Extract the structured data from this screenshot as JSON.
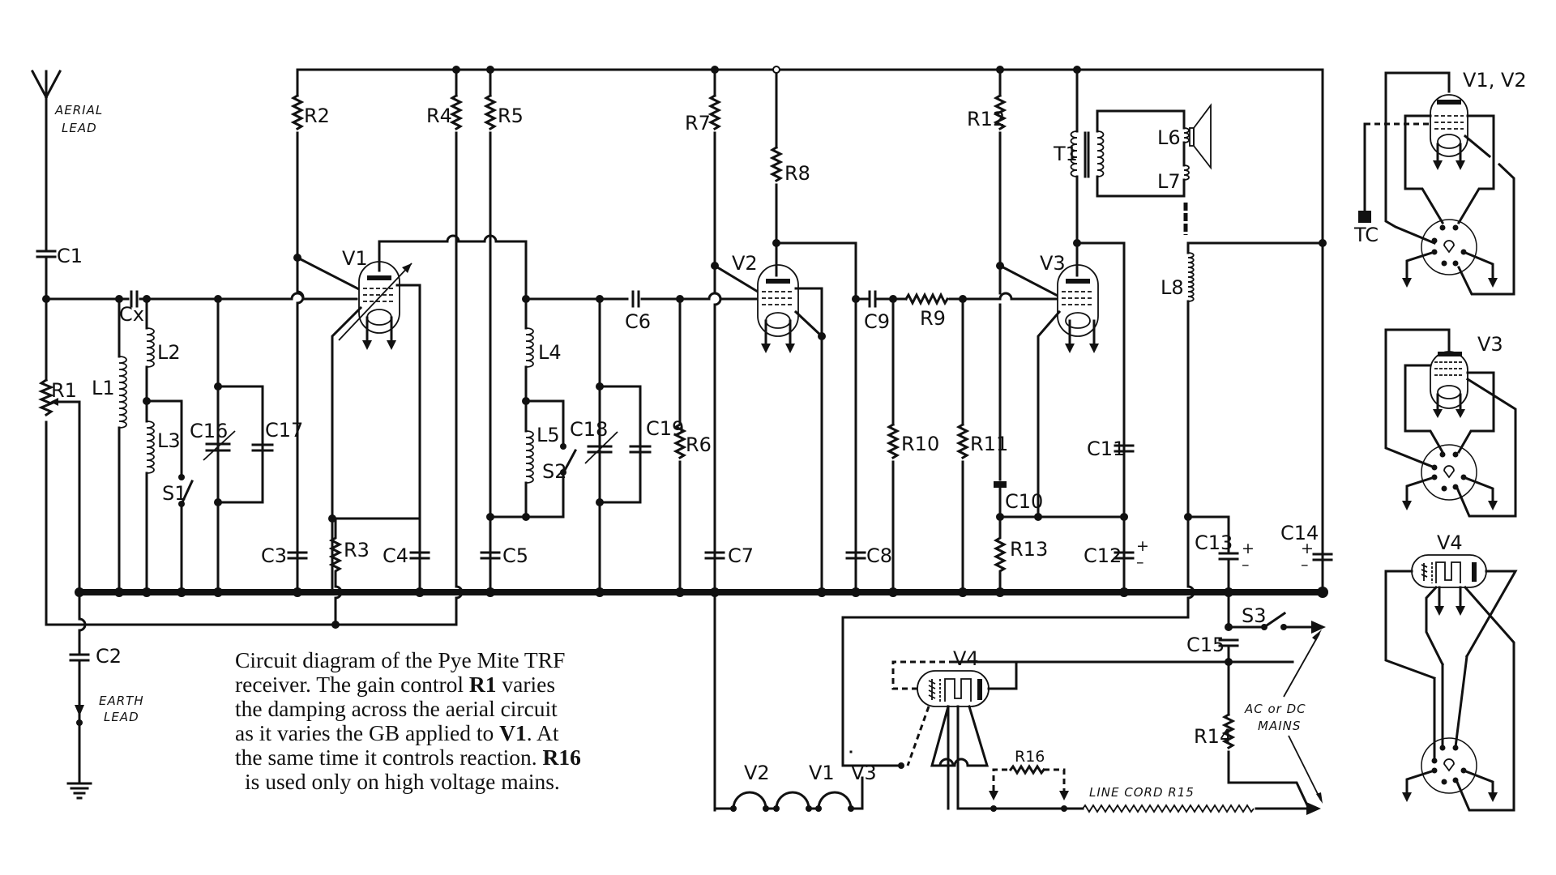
{
  "figure": {
    "title": "Circuit diagram of the Pye Mite TRF receiver",
    "caption": {
      "line1": "Circuit diagram of the Pye Mite TRF",
      "line2a": "receiver.  The gain control ",
      "line2b": "R1",
      "line2c": " varies",
      "line3": "the damping across the aerial circuit",
      "line4a": "as it varies the GB applied to ",
      "line4b": "V1",
      "line4c": ".  At",
      "line5a": "the same time it controls reaction. ",
      "line5b": "R16",
      "line6": "is used only on high voltage mains."
    }
  },
  "annotations": {
    "aerial": "AERIAL",
    "aerial2": "LEAD",
    "earth": "EARTH",
    "earth2": "LEAD",
    "mains": "AC or DC",
    "mains2": "MAINS",
    "linecord": "LINE CORD R15"
  },
  "labels": {
    "C1": "C1",
    "C2": "C2",
    "Cx": "Cx",
    "R1": "R1",
    "L1": "L1",
    "L2": "L2",
    "L3": "L3",
    "S1": "S1",
    "C16": "C16",
    "C17": "C17",
    "C3": "C3",
    "R2": "R2",
    "R3": "R3",
    "C4": "C4",
    "V1": "V1",
    "R4": "R4",
    "R5": "R5",
    "C5": "C5",
    "L4": "L4",
    "L5": "L5",
    "S2": "S2",
    "C18": "C18",
    "C19": "C19",
    "C6": "C6",
    "R6": "R6",
    "R7": "R7",
    "C7": "C7",
    "V2": "V2",
    "R8": "R8",
    "C8": "C8",
    "C9": "C9",
    "R9": "R9",
    "R10": "R10",
    "R11": "R11",
    "R12": "R12",
    "V3": "V3",
    "C10": "C10",
    "R13": "R13",
    "C11": "C11",
    "C12": "C12",
    "T1": "T1",
    "L6": "L6",
    "L7": "L7",
    "L8": "L8",
    "C13": "C13",
    "C14": "C14",
    "C15": "C15",
    "S3": "S3",
    "R14": "R14",
    "R16": "R16",
    "V4": "V4",
    "heaterV2": "V2",
    "heaterV1": "V1",
    "heaterV3": "V3",
    "plus": "+",
    "minus": "–"
  },
  "base_diagrams": [
    {
      "title": "V1, V2",
      "extra": "TC"
    },
    {
      "title": "V3"
    },
    {
      "title": "V4"
    }
  ]
}
